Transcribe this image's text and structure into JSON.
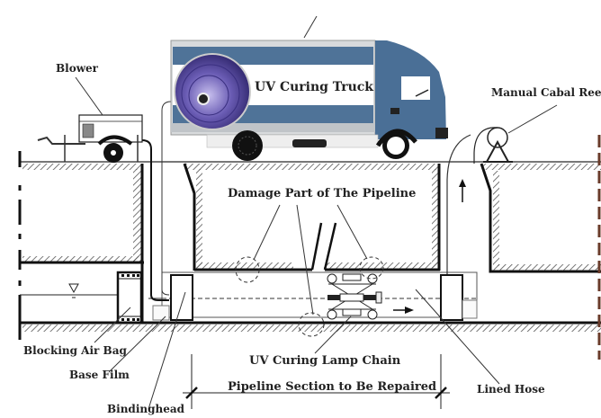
{
  "title": "UV Curing Pipeline Repair Diagram",
  "labels": {
    "blower": "Blower",
    "uv_curing_truck": "UV Curing Truck",
    "manual_cabal_reel": "Manual Cabal Reel",
    "damage_part": "Damage Part of The Pipeline",
    "blocking_air_bag": "Blocking Air Bag",
    "base_film": "Base Film",
    "bindinghead": "Bindinghead",
    "uv_curing_lamp_chain": "UV Curing Lamp Chain",
    "pipeline_section": "Pipeline Section to Be Repaired",
    "lined_hose": "Lined Hose"
  },
  "colors": {
    "truck_blue": "#4a6f96",
    "truck_box_gray": "#b8bcc0",
    "truck_stripe": "#4f7398",
    "reel_purple": "#5a4fa0",
    "hatch": "#555555"
  }
}
